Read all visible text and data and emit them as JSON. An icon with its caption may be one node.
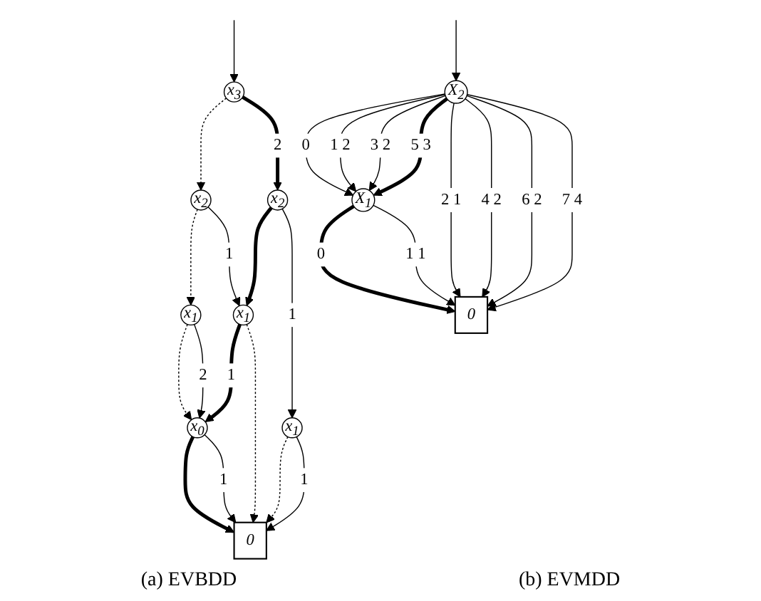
{
  "diagram": {
    "nodes": [
      {
        "text": [
          "x$_{3}$"
        ]
      },
      {
        "text": [
          "x$_{2}$"
        ]
      },
      {
        "text": [
          "x$_{2}$"
        ]
      },
      {
        "text": [
          "x$_{1}$"
        ]
      },
      {
        "text": [
          "x$_{1}$"
        ]
      },
      {
        "text": [
          "x$_{1}$"
        ]
      },
      {
        "text": [
          "x$_{0}$"
        ]
      },
      {
        "text": [
          "0"
        ]
      },
      {
        "text": [
          "X$_{2}$"
        ]
      },
      {
        "text": [
          "X$_{1}$"
        ]
      },
      {
        "text": [
          "0"
        ]
      }
    ],
    "edges": [
      {
        "from": null,
        "to": 0,
        "arrow": "to"
      },
      {
        "from": 0,
        "to": 1,
        "arrow": "to",
        "style": "dashed"
      },
      {
        "from": 0,
        "to": 2,
        "arrow": "to",
        "label": "2",
        "style": "thick"
      },
      {
        "from": 1,
        "to": 3,
        "arrow": "to",
        "style": "dashed"
      },
      {
        "from": 1,
        "to": 4,
        "arrow": "to",
        "label": "1"
      },
      {
        "from": 2,
        "to": 4,
        "arrow": "to",
        "style": "thick"
      },
      {
        "from": 2,
        "to": 5,
        "arrow": "to",
        "label": "1"
      },
      {
        "from": 3,
        "to": 6,
        "arrow": "to",
        "style": "dashed"
      },
      {
        "from": 3,
        "to": 6,
        "arrow": "to",
        "label": "2"
      },
      {
        "from": 4,
        "to": 6,
        "arrow": "to",
        "label": "1",
        "style": "thick"
      },
      {
        "from": 4,
        "to": 7,
        "arrow": "to",
        "style": "dashed"
      },
      {
        "from": 5,
        "to": 7,
        "arrow": "to",
        "style": "dashed"
      },
      {
        "from": 5,
        "to": 7,
        "arrow": "to",
        "label": "1"
      },
      {
        "from": 6,
        "to": 7,
        "arrow": "to",
        "style": "thick"
      },
      {
        "from": 6,
        "to": 7,
        "arrow": "to",
        "label": "1"
      },
      {
        "from": null,
        "to": 8,
        "arrow": "to"
      },
      {
        "from": 8,
        "to": 9,
        "arrow": "to",
        "label": "0"
      },
      {
        "from": 8,
        "to": 9,
        "arrow": "to",
        "label": "1 2"
      },
      {
        "from": 8,
        "to": 9,
        "arrow": "to",
        "label": "3 2"
      },
      {
        "from": 8,
        "to": 9,
        "arrow": "to",
        "label": "5 3",
        "style": "thick"
      },
      {
        "from": 8,
        "to": 10,
        "arrow": "to",
        "label": "2 1"
      },
      {
        "from": 8,
        "to": 10,
        "arrow": "to",
        "label": "4 2"
      },
      {
        "from": 8,
        "to": 10,
        "arrow": "to",
        "label": "6 2"
      },
      {
        "from": 8,
        "to": 10,
        "arrow": "to",
        "label": "7 4"
      },
      {
        "from": 9,
        "to": 10,
        "arrow": "to",
        "label": "0",
        "style": "thick"
      },
      {
        "from": 9,
        "to": 10,
        "arrow": "to",
        "label": "1 1"
      }
    ],
    "labels": [
      "(a) EVBDD",
      "(b) EVMDD"
    ]
  }
}
